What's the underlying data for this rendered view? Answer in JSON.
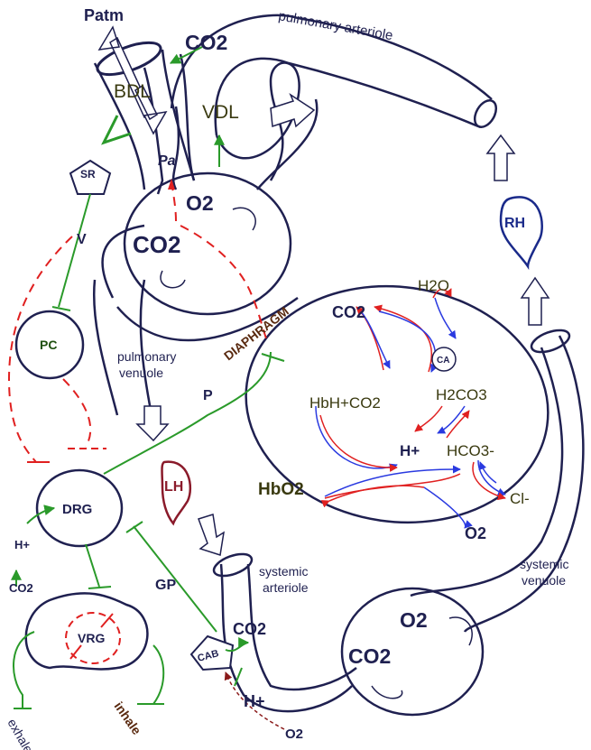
{
  "labels": {
    "patm": "Patm",
    "co2_top": "CO2",
    "bdl": "BDL",
    "vdl": "VDL",
    "pa": "Pa",
    "o2_alv": "O2",
    "co2_alv": "CO2",
    "pulm_arteriole": "pulmonary arteriole",
    "pulm_venuole_1": "pulmonary",
    "pulm_venuole_2": "venuole",
    "sr": "SR",
    "v": "V",
    "pc": "PC",
    "p": "P",
    "diaphragm": "DIAPHRAGM",
    "rh": "RH",
    "lh": "LH",
    "h2o": "H2O",
    "co2_rbc": "CO2",
    "ca": "CA",
    "hbh": "HbH+CO2",
    "h2co3": "H2CO3",
    "hplus": "H+",
    "hco3": "HCO3-",
    "hbo2": "HbO2",
    "cl": "Cl-",
    "o2_rbc": "O2",
    "drg": "DRG",
    "h_drg": "H+",
    "co2_drg": "CO2",
    "gp": "GP",
    "sys_arteriole_1": "systemic",
    "sys_arteriole_2": "arteriole",
    "sys_venuole_1": "systemic",
    "sys_venuole_2": "venuole",
    "vrg": "VRG",
    "cab": "CAB",
    "co2_cab": "CO2",
    "h_cab": "H+",
    "o2_cab": "O2",
    "o2_tissue": "O2",
    "co2_tissue": "CO2",
    "exhale": "exhale",
    "inhale": "inhale"
  },
  "colors": {
    "vessel": "#1f2050",
    "green": "#2a9a2a",
    "red": "#e02020",
    "blue": "#2a3ae0",
    "brown": "#5a2a10",
    "olive": "#3a3a10",
    "lh": "#8a1a2a",
    "rh": "#1a2a8a"
  }
}
